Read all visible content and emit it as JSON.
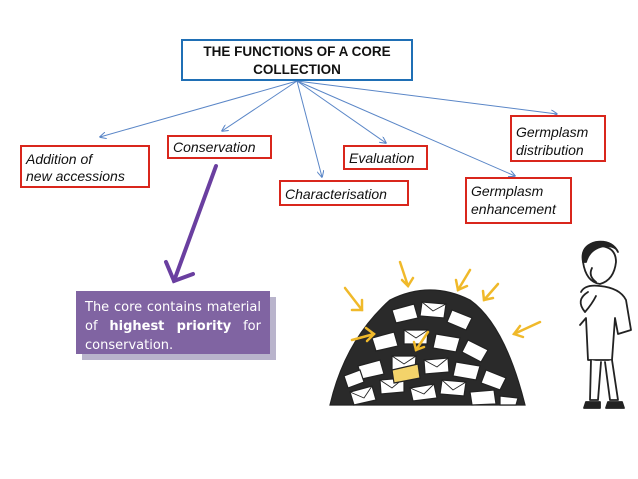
{
  "title": {
    "line1": "THE FUNCTIONS OF A CORE",
    "line2": "COLLECTION"
  },
  "functions": {
    "addition": {
      "line1": "Addition of",
      "line2": "new accessions"
    },
    "conservation": "Conservation",
    "evaluation": "Evaluation",
    "characterisation": "Characterisation",
    "distribution": {
      "line1": "Germplasm",
      "line2": "distribution"
    },
    "enhancement": {
      "line1": "Germplasm",
      "line2": "enhancement"
    }
  },
  "note": {
    "pre": "The core contains material of",
    "highlight": "highest priority",
    "post": "for conservation."
  },
  "colors": {
    "title_border": "#1f6fb5",
    "function_border": "#d9261c",
    "connector": "#5a86c7",
    "pointer_arrow": "#6a3fa0",
    "note_bg": "#8064a2",
    "accent_arrows": "#f0b92a"
  },
  "illustration": {
    "left": "pile-of-envelopes",
    "right": "thinking-man"
  }
}
